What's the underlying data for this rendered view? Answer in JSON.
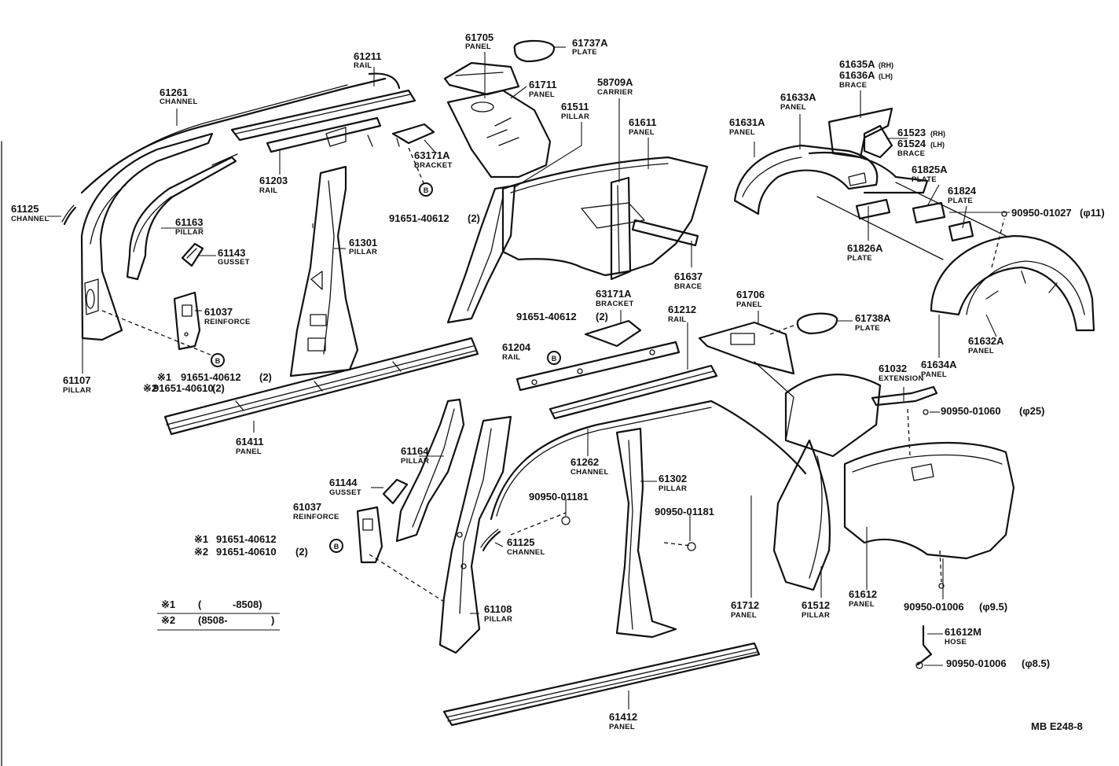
{
  "labels": {
    "l61261": {
      "num": "61261",
      "name": "CHANNEL"
    },
    "l61211": {
      "num": "61211",
      "name": "RAIL"
    },
    "l61705": {
      "num": "61705",
      "name": "PANEL"
    },
    "l61737A": {
      "num": "61737A",
      "name": "PLATE"
    },
    "l61711": {
      "num": "61711",
      "name": "PANEL"
    },
    "l58709A": {
      "num": "58709A",
      "name": "CARRIER"
    },
    "l61511": {
      "num": "61511",
      "name": "PILLAR"
    },
    "l61611": {
      "num": "61611",
      "name": "PANEL"
    },
    "l61635A": {
      "num": "61635A",
      "side": "(RH)"
    },
    "l61636A": {
      "num": "61636A",
      "side": "(LH)",
      "name": "BRACE"
    },
    "l61633A": {
      "num": "61633A",
      "name": "PANEL"
    },
    "l61631A": {
      "num": "61631A",
      "name": "PANEL"
    },
    "l61523": {
      "num": "61523",
      "side": "(RH)"
    },
    "l61524": {
      "num": "61524",
      "side": "(LH)",
      "name": "BRACE"
    },
    "l61825A": {
      "num": "61825A",
      "name": "PLATE"
    },
    "l61824": {
      "num": "61824",
      "name": "PLATE"
    },
    "l90950_01027": {
      "num": "90950-01027",
      "size": "(φ11)"
    },
    "l61125a": {
      "num": "61125",
      "name": "CHANNEL"
    },
    "l61203": {
      "num": "61203",
      "name": "RAIL"
    },
    "l63171A_a": {
      "num": "63171A",
      "name": "BRACKET"
    },
    "l91651_40612a": {
      "num": "91651-40612",
      "qty": "(2)"
    },
    "l61163": {
      "num": "61163",
      "name": "PILLAR"
    },
    "l61143": {
      "num": "61143",
      "name": "GUSSET"
    },
    "l61301": {
      "num": "61301",
      "name": "PILLAR"
    },
    "l61637": {
      "num": "61637",
      "name": "BRACE"
    },
    "l61826A": {
      "num": "61826A",
      "name": "PLATE"
    },
    "l61037a": {
      "num": "61037",
      "name": "REINFORCE"
    },
    "l61107": {
      "num": "61107",
      "name": "PILLAR"
    },
    "l63171A_b": {
      "num": "63171A",
      "name": "BRACKET"
    },
    "l61212": {
      "num": "61212",
      "name": "RAIL"
    },
    "l61706": {
      "num": "61706",
      "name": "PANEL"
    },
    "l61738A": {
      "num": "61738A",
      "name": "PLATE"
    },
    "l91651_40612b": {
      "num": "91651-40612",
      "qty": "(2)"
    },
    "l61204": {
      "num": "61204",
      "name": "RAIL"
    },
    "l61632A": {
      "num": "61632A",
      "name": "PANEL"
    },
    "l61634A": {
      "num": "61634A",
      "name": "PANEL"
    },
    "l61032": {
      "num": "61032",
      "name": "EXTENSION"
    },
    "l90950_01060": {
      "num": "90950-01060",
      "size": "(φ25)"
    },
    "l61411": {
      "num": "61411",
      "name": "PANEL"
    },
    "l61164": {
      "num": "61164",
      "name": "PILLAR"
    },
    "l61262": {
      "num": "61262",
      "name": "CHANNEL"
    },
    "l61144": {
      "num": "61144",
      "name": "GUSSET"
    },
    "l61302": {
      "num": "61302",
      "name": "PILLAR"
    },
    "l61037b": {
      "num": "61037",
      "name": "REINFORCE"
    },
    "l90950_01181a": {
      "num": "90950-01181"
    },
    "l90950_01181b": {
      "num": "90950-01181"
    },
    "l61125b": {
      "num": "61125",
      "name": "CHANNEL"
    },
    "l61108": {
      "num": "61108",
      "name": "PILLAR"
    },
    "l61712": {
      "num": "61712",
      "name": "PANEL"
    },
    "l61512": {
      "num": "61512",
      "name": "PILLAR"
    },
    "l61612": {
      "num": "61612",
      "name": "PANEL"
    },
    "l90950_01006a": {
      "num": "90950-01006",
      "size": "(φ9.5)"
    },
    "l61612M": {
      "num": "61612M",
      "name": "HOSE"
    },
    "l90950_01006b": {
      "num": "90950-01006",
      "size": "(φ8.5)"
    },
    "l61412": {
      "num": "61412",
      "name": "PANEL"
    }
  },
  "callouts_top": {
    "l1": {
      "mark": "※1",
      "num": "91651-40612",
      "qty": "(2)"
    },
    "l2": {
      "mark": "※2",
      "num": "91651-40610",
      "qty": "(2)"
    }
  },
  "callouts_mid": {
    "l1": {
      "mark": "※1",
      "num": "91651-40612"
    },
    "l2": {
      "mark": "※2",
      "num": "91651-40610",
      "qty": "(2)"
    }
  },
  "fastener_mark": "B",
  "legend": {
    "row1": {
      "mark": "※1",
      "open": "(",
      "range": "-8508)"
    },
    "row2": {
      "mark": "※2",
      "range": "(8508-",
      "close": ")"
    }
  },
  "ref_code": "MB E248-8"
}
